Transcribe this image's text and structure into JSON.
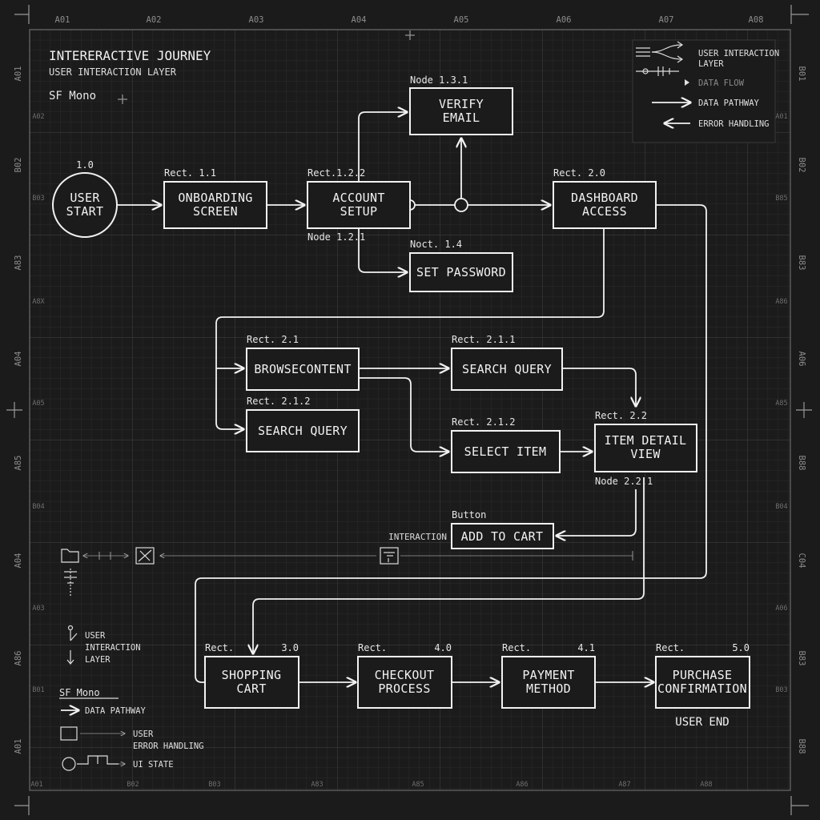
{
  "title": "INTERERACTIVE JOURNEY",
  "subtitle": "USER INTERACTION LAYER",
  "font_label": "SF Mono",
  "ruler": {
    "top": [
      "A01",
      "A02",
      "A03",
      "A04",
      "A05",
      "A06",
      "A07",
      "A08"
    ],
    "bottom": [
      "A01",
      "B02",
      "B03",
      "A83",
      "A85",
      "A86",
      "A87",
      "A88"
    ],
    "left": [
      "A01",
      "B02",
      "A83",
      "A04",
      "A85",
      "A04",
      "A86",
      "A01"
    ],
    "left_small": [
      "A02",
      "B03",
      "A8X",
      "A05",
      "B04",
      "A03",
      "B01"
    ],
    "right": [
      "B01",
      "B02",
      "B83",
      "A06",
      "B88",
      "C04",
      "B83",
      "B88"
    ],
    "right_small": [
      "A01",
      "B85",
      "A86",
      "A85",
      "B04",
      "A06",
      "B03"
    ]
  },
  "nodes": {
    "user_start": "USER\nSTART",
    "user_start_tag": "1.0",
    "onboarding": "ONBOARDING\nSCREEN",
    "onboarding_tag": "Rect. 1.1",
    "account_setup": "ACCOUNT\nSETUP",
    "account_setup_tag": "Rect.1.2.2",
    "account_setup_node": "Node 1.2.1",
    "verify_email": "VERIFY\nEMAIL",
    "verify_email_tag": "Node 1.3.1",
    "set_password": "SET PASSWORD",
    "set_password_tag": "Noct. 1.4",
    "dashboard": "DASHBOARD\nACCESS",
    "dashboard_tag": "Rect. 2.0",
    "browse": "BROWSECONTENT",
    "browse_tag": "Rect. 2.1",
    "search_query_top": "SEARCH QUERY",
    "search_query_top_tag": "Rect. 2.1.1",
    "search_query_left": "SEARCH QUERY",
    "search_query_left_tag": "Rect. 2.1.2",
    "select_item": "SELECT ITEM",
    "select_item_tag": "Rect. 2.1.2",
    "item_detail": "ITEM DETAIL\nVIEW",
    "item_detail_tag": "Rect. 2.2",
    "item_detail_node": "Node 2.2.1",
    "add_to_cart": "ADD TO CART",
    "add_to_cart_tag": "Button",
    "interaction_label": "INTERACTION",
    "shopping_cart": "SHOPPING\nCART",
    "shopping_cart_tag": "Rect.",
    "shopping_cart_num": "3.0",
    "checkout": "CHECKOUT\nPROCESS",
    "checkout_tag": "Rect.",
    "checkout_num": "4.0",
    "payment": "PAYMENT\nMETHOD",
    "payment_tag": "Rect.",
    "payment_num": "4.1",
    "purchase": "PURCHASE\nCONFIRMATION",
    "purchase_tag": "Rect.",
    "purchase_num": "5.0",
    "user_end": "USER END"
  },
  "legend_top": {
    "user_interaction_layer": "USER INTERACTION\nLAYER",
    "data_flow": "DATA FLOW",
    "data_pathway": "DATA PATHWAY",
    "error_handling": "ERROR HANDLING"
  },
  "legend_bottom": {
    "user_interaction_layer": "USER\nINTERACTION\nLAYER",
    "font_label": "SF Mono",
    "data_pathway": "DATA PATHWAY",
    "user_error": "USER\nERROR HANDLING",
    "ui_state": "UI STATE"
  },
  "colors": {
    "background": "#1b1b1b",
    "ink": "#f2f2f2",
    "grid": "#2a2a2a"
  },
  "icons": [
    "folder-icon",
    "slash-icon",
    "dropdown-icon",
    "component-icon",
    "switch-icon"
  ]
}
